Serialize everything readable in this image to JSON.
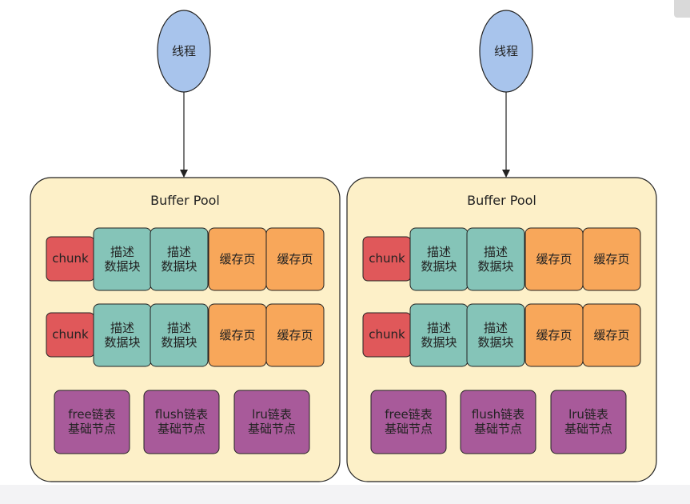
{
  "diagram": {
    "thread_label": "线程",
    "pools": [
      {
        "title": "Buffer Pool",
        "rows": [
          {
            "chunk": "chunk",
            "desc": [
              "描述\n数据块",
              "描述\n数据块"
            ],
            "pages": [
              "缓存页",
              "缓存页"
            ]
          },
          {
            "chunk": "chunk",
            "desc": [
              "描述\n数据块",
              "描述\n数据块"
            ],
            "pages": [
              "缓存页",
              "缓存页"
            ]
          }
        ],
        "lists": [
          "free链表\n基础节点",
          "flush链表\n基础节点",
          "lru链表\n基础节点"
        ]
      },
      {
        "title": "Buffer Pool",
        "rows": [
          {
            "chunk": "chunk",
            "desc": [
              "描述\n数据块",
              "描述\n数据块"
            ],
            "pages": [
              "缓存页",
              "缓存页"
            ]
          },
          {
            "chunk": "chunk",
            "desc": [
              "描述\n数据块",
              "描述\n数据块"
            ],
            "pages": [
              "缓存页",
              "缓存页"
            ]
          }
        ],
        "lists": [
          "free链表\n基础节点",
          "flush链表\n基础节点",
          "lru链表\n基础节点"
        ]
      }
    ],
    "colors": {
      "thread": "#a8c4ec",
      "pool": "#fdf0c8",
      "chunk": "#e0585a",
      "desc": "#85c4b8",
      "page": "#f8a75a",
      "list": "#a85a9a",
      "stroke": "#222222"
    }
  }
}
